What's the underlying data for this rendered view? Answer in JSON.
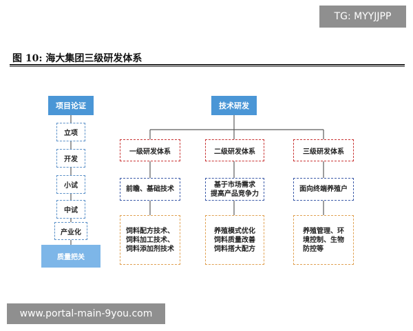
{
  "badge": "TG: MYYJJPP",
  "figure_title": "图 10:  海大集团三级研发体系",
  "left_flow": {
    "header": "项目论证",
    "steps": [
      "立项",
      "开发",
      "小试",
      "中试",
      "产业化"
    ],
    "footer": "质量把关"
  },
  "tree": {
    "root": "技术研发",
    "branches": [
      {
        "level": "一级研发体系",
        "focus": "前瞻、基础技术",
        "items": "饲料配方技术、\n饲料加工技术、\n饲料添加剂技术"
      },
      {
        "level": "二级研发体系",
        "focus": "基于市场需求\n提高产品竞争力",
        "items": "养殖模式优化\n饲料质量改善\n饲料搭大配方"
      },
      {
        "level": "三级研发体系",
        "focus": "面向终端养殖户",
        "items": "养殖管理、环\n境控制、生物\n防控等"
      }
    ]
  },
  "watermark": "www.portal-main-9you.com"
}
